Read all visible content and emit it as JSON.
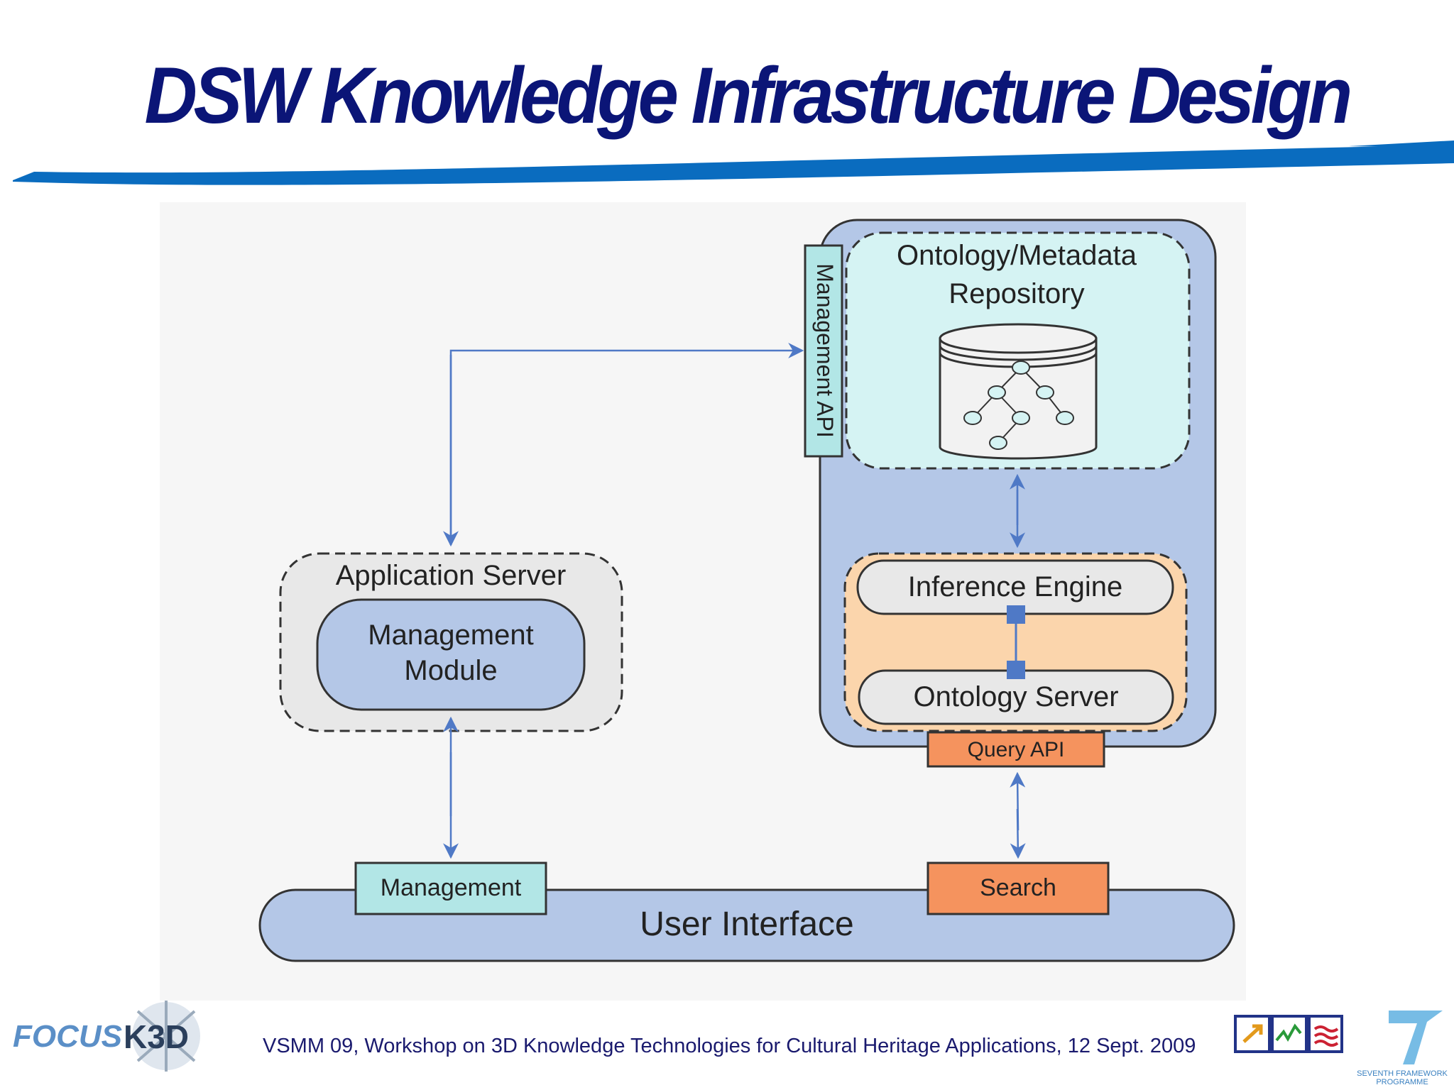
{
  "slide": {
    "title": "DSW Knowledge Infrastructure Design",
    "footer": "VSMM 09, Workshop on 3D Knowledge Technologies for Cultural Heritage Applications, 12 Sept. 2009"
  },
  "diagram": {
    "repository_line1": "Ontology/Metadata",
    "repository_line2": "Repository",
    "management_api": "Management API",
    "inference_engine": "Inference Engine",
    "ontology_server": "Ontology Server",
    "query_api": "Query API",
    "application_server": "Application Server",
    "management_module_line1": "Management",
    "management_module_line2": "Module",
    "ui_management": "Management",
    "ui_search": "Search",
    "user_interface": "User Interface"
  },
  "logos": {
    "focus": "FOCUS",
    "k3d": "K3D",
    "fp7_line1": "SEVENTH FRAMEWORK",
    "fp7_line2": "PROGRAMME"
  },
  "colors": {
    "title": "#0b1577",
    "swoosh": "#0a6cbf",
    "panel_blue": "#b4c7e7",
    "repo_cyan": "#d5f3f3",
    "api_teal": "#b2e6e6",
    "engine_orange": "#fbd5ac",
    "query_orange": "#f5935e",
    "arrow_blue": "#4f79c6"
  }
}
